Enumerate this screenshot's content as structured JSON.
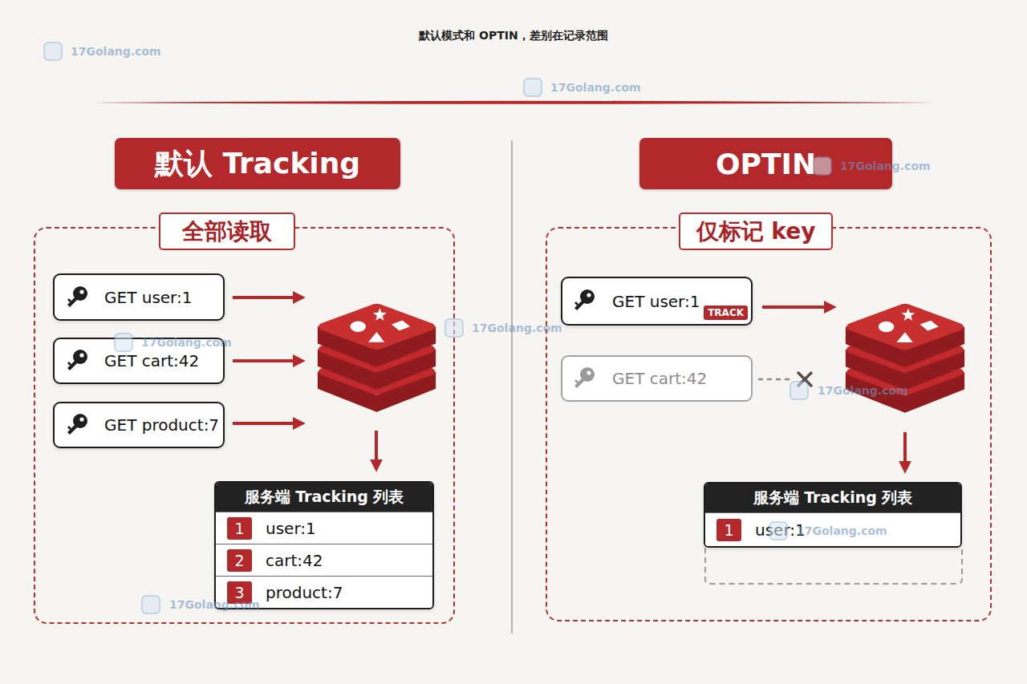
{
  "diagram": {
    "title": "默认模式和 OPTIN，差别在记录范围",
    "nodes": [
      {
        "text": [
          "默认 Tracking"
        ]
      },
      {
        "text": [
          "全部读取"
        ]
      },
      {
        "text": [
          "GET user:1"
        ],
        "in": 1
      },
      {
        "text": [
          "GET cart:42"
        ],
        "in": 1
      },
      {
        "text": [
          "GET product:7"
        ],
        "in": 1
      },
      {
        "text": [
          "服务端 Tracking 列表"
        ],
        "in": 1
      },
      {
        "text": [
          "1",
          "user:1"
        ],
        "in": 5
      },
      {
        "text": [
          "2",
          "cart:42"
        ],
        "in": 5
      },
      {
        "text": [
          "3",
          "product:7"
        ],
        "in": 5
      },
      {
        "text": [
          "OPTIN"
        ]
      },
      {
        "text": [
          "仅标记 key"
        ]
      },
      {
        "text": [
          "GET user:1",
          "TRACK"
        ],
        "in": 10
      },
      {
        "text": [
          "GET cart:42"
        ],
        "in": 10
      },
      {
        "text": [
          "服务端 Tracking 列表"
        ],
        "in": 10
      },
      {
        "text": [
          "1",
          "user:1"
        ],
        "in": 13
      }
    ],
    "labels": [
      "17Golang.com",
      "17Golang.com",
      "17Golang.com",
      "17Golang.com",
      "17Golang.com",
      "17Golang.com",
      "17Golang.com",
      "17Golang.com"
    ]
  }
}
